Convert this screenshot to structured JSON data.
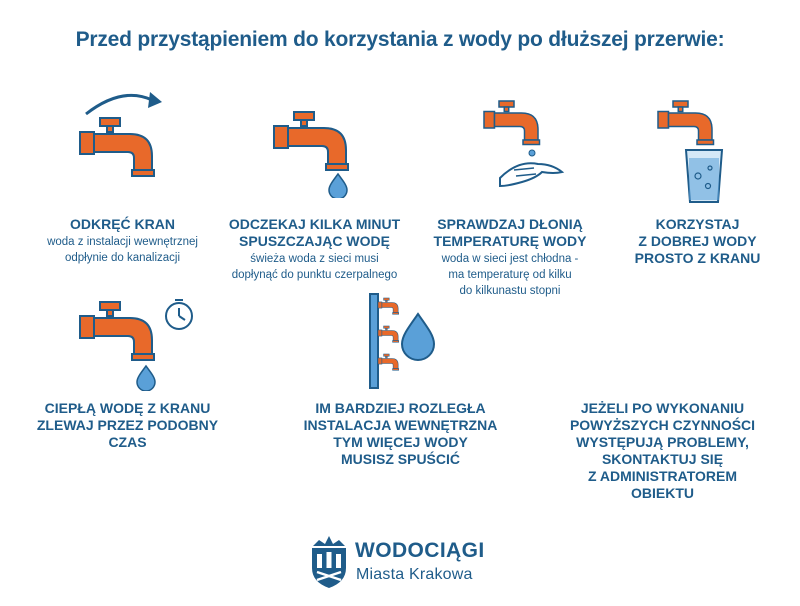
{
  "title": "Przed przystąpieniem do korzystania z wody po dłuższej przerwie:",
  "colors": {
    "primary": "#1f5c8a",
    "accent": "#e8692a",
    "water": "#5aa0d8"
  },
  "steps": [
    {
      "icon": "tap-turn-arrow-icon",
      "head": [
        "ODKRĘĆ KRAN"
      ],
      "sub": [
        "woda z instalacji wewnętrznej",
        "odpłynie do kanalizacji"
      ]
    },
    {
      "icon": "tap-drop-icon",
      "head": [
        "ODCZEKAJ KILKA MINUT",
        "SPUSZCZAJĄC WODĘ"
      ],
      "sub": [
        "świeża woda z sieci musi",
        "dopłynąć do punktu czerpalnego"
      ]
    },
    {
      "icon": "tap-hand-icon",
      "head": [
        "SPRAWDZAJ DŁONIĄ",
        "TEMPERATURĘ WODY"
      ],
      "sub": [
        "woda w sieci jest chłodna -",
        "ma temperaturę od kilku",
        "do kilkunastu stopni"
      ]
    },
    {
      "icon": "tap-glass-icon",
      "head": [
        "KORZYSTAJ",
        "Z DOBREJ WODY",
        "PROSTO Z KRANU"
      ],
      "sub": []
    },
    {
      "icon": "tap-timer-icon",
      "head": [
        "CIEPŁĄ WODĘ Z KRANU",
        "ZLEWAJ PRZEZ PODOBNY",
        "CZAS"
      ],
      "sub": []
    },
    {
      "icon": "pipe-taps-drop-icon",
      "head": [
        "IM BARDZIEJ ROZLEGŁA",
        "INSTALACJA WEWNĘTRZNA",
        "TYM WIĘCEJ WODY",
        "MUSISZ SPUŚCIĆ"
      ],
      "sub": []
    },
    {
      "icon": "none",
      "head": [
        "JEŻELI PO WYKONANIU",
        "POWYŻSZYCH CZYNNOŚCI",
        "WYSTĘPUJĄ PROBLEMY,",
        "SKONTAKTUJ SIĘ",
        "Z ADMINISTRATOREM",
        "OBIEKTU"
      ],
      "sub": []
    }
  ],
  "logo": {
    "line1": "WODOCIĄGI",
    "line2": "Miasta Krakowa",
    "icon": "crest-icon"
  }
}
